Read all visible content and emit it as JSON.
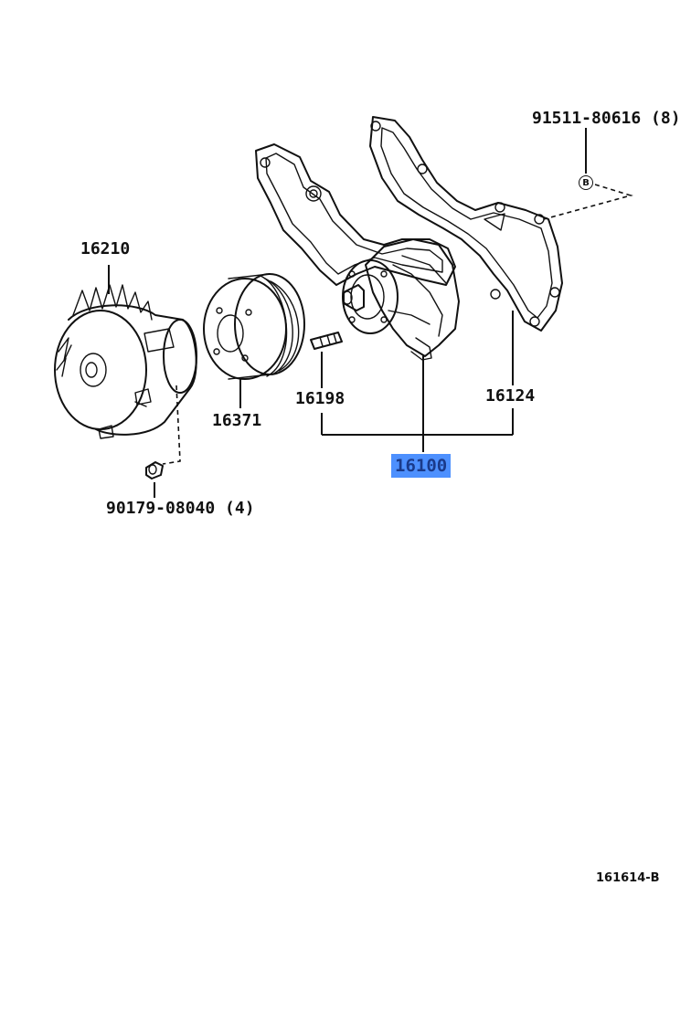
{
  "parts": {
    "bolt_upper": "91511-80616 (8)",
    "fluid_coupling": "16210",
    "pulley": "16371",
    "stud": "16198",
    "gasket": "16124",
    "water_pump": "16100",
    "nut": "90179-08040 (4)"
  },
  "bolt_marker": "B",
  "selected_part": "16100",
  "diagram_ref": "161614-B",
  "colors": {
    "highlight": "#4d90fe",
    "line": "#111111"
  }
}
